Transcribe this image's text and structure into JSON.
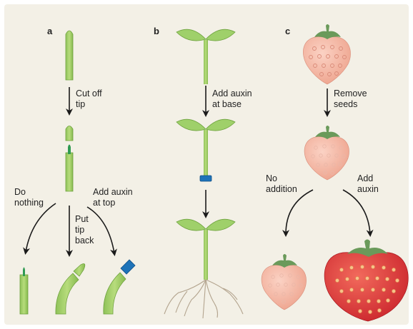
{
  "panels": [
    {
      "id": "a",
      "label": "a",
      "steps": {
        "cut": "Cut off\ntip",
        "nothing": "Do\nnothing",
        "putback": "Put\ntip\nback",
        "auxin_top": "Add auxin\nat top"
      }
    },
    {
      "id": "b",
      "label": "b",
      "steps": {
        "auxin_base": "Add auxin\nat base"
      }
    },
    {
      "id": "c",
      "label": "c",
      "steps": {
        "remove": "Remove\nseeds",
        "no_addition": "No\naddition",
        "add_auxin": "Add\nauxin"
      }
    }
  ],
  "colors": {
    "background": "#f3f0e6",
    "stem": "#a8d26a",
    "stem_shade": "#7fb34a",
    "leaf": "#9fd06a",
    "auxin_block": "#1e73b8",
    "pale_strawberry": "#f4b4a2",
    "red_strawberry": "#e13a36",
    "calyx": "#6a9a5a",
    "arrow": "#1a1a1a"
  }
}
